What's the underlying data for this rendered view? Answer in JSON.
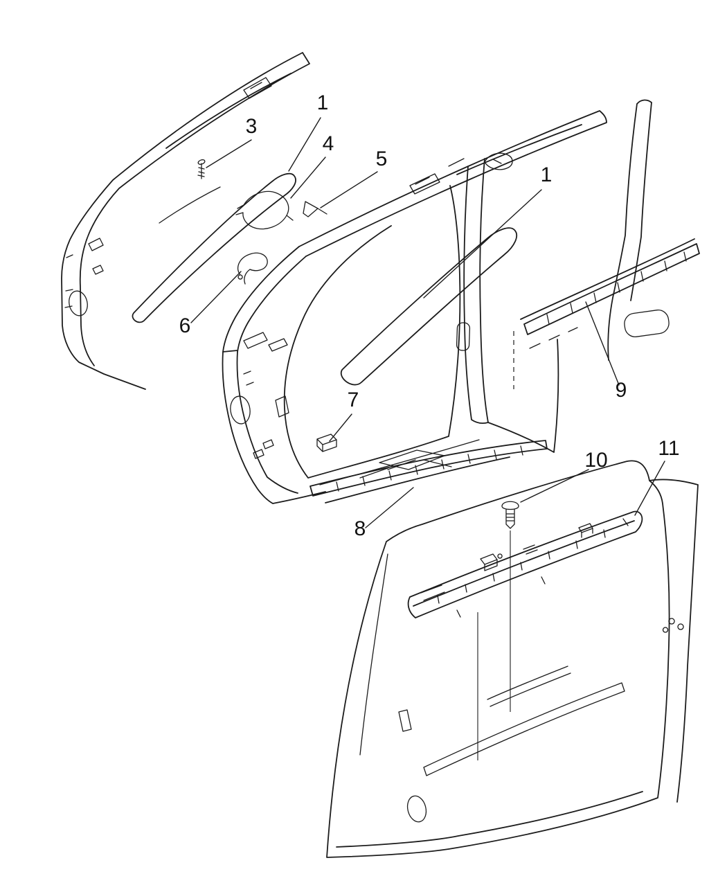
{
  "figure": {
    "callouts": [
      {
        "id": "1-left",
        "label": "1"
      },
      {
        "id": "3",
        "label": "3"
      },
      {
        "id": "4",
        "label": "4"
      },
      {
        "id": "5",
        "label": "5"
      },
      {
        "id": "1-center",
        "label": "1"
      },
      {
        "id": "6",
        "label": "6"
      },
      {
        "id": "7",
        "label": "7"
      },
      {
        "id": "8",
        "label": "8"
      },
      {
        "id": "9",
        "label": "9"
      },
      {
        "id": "10",
        "label": "10"
      },
      {
        "id": "11",
        "label": "11"
      }
    ]
  }
}
